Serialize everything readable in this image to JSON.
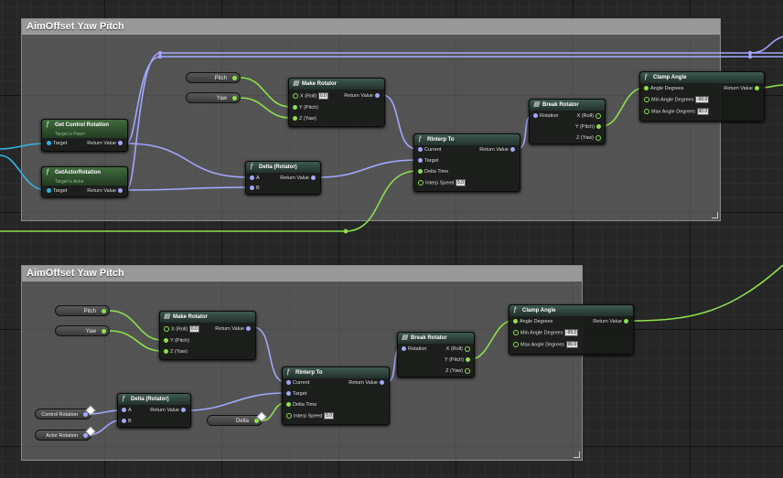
{
  "comments": [
    {
      "title": "AimOffset Yaw Pitch"
    },
    {
      "title": "AimOffset Yaw Pitch"
    }
  ],
  "pins": {
    "target": "Target",
    "return_value": "Return Value",
    "x_roll": "X (Roll)",
    "y_pitch": "Y (Pitch)",
    "z_yaw": "Z (Yaw)",
    "a": "A",
    "b": "B",
    "current": "Current",
    "delta_time": "Delta Time",
    "interp_speed": "Interp Speed",
    "rotation": "Rotation",
    "angle_degrees": "Angle Degrees",
    "min_angle_degrees": "Min Angle Degrees",
    "max_angle_degrees": "Max Angle Degrees"
  },
  "defaults": {
    "x_roll": "0.0",
    "interp_speed": "5.0",
    "min_angle": "-90.0",
    "max_angle": "90.0"
  },
  "top": {
    "get_control_rotation": {
      "title": "Get Control Rotation",
      "subtitle": "Target is Pawn"
    },
    "get_actor_rotation": {
      "title": "GetActorRotation",
      "subtitle": "Target is Actor"
    },
    "pitch": "Pitch",
    "yaw": "Yaw",
    "make_rotator": "Make Rotator",
    "delta_rotator": "Delta (Rotator)",
    "rinterp_to": "RInterp To",
    "break_rotator": "Break Rotator",
    "clamp_angle": "Clamp Angle"
  },
  "bottom": {
    "pitch": "Pitch",
    "yaw": "Yaw",
    "control_rotation": "Control Rotation",
    "actor_rotation": "Actor Rotation",
    "delta": "Delta",
    "make_rotator": "Make Rotator",
    "delta_rotator": "Delta (Rotator)",
    "rinterp_to": "RInterp To",
    "break_rotator": "Break Rotator",
    "clamp_angle": "Clamp Angle"
  },
  "colors": {
    "float_pin": "#8ee04c",
    "rotator_pin": "#a3a7ff",
    "object_pin": "#32b4e6",
    "function_header": "#3d5a52"
  }
}
